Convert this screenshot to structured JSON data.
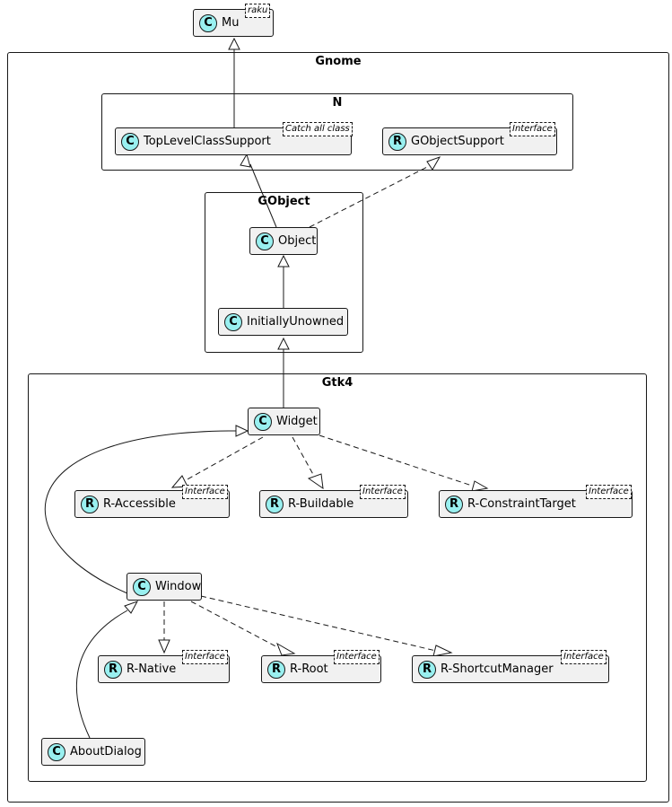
{
  "packages": {
    "gnome": "Gnome",
    "n": "N",
    "gobject": "GObject",
    "gtk4": "Gtk4"
  },
  "classes": {
    "mu": {
      "kind": "C",
      "name": "Mu",
      "stereotype": "raku"
    },
    "toplevel": {
      "kind": "C",
      "name": "TopLevelClassSupport",
      "stereotype": "Catch all class"
    },
    "gobjectsupport": {
      "kind": "R",
      "name": "GObjectSupport",
      "stereotype": "Interface"
    },
    "object": {
      "kind": "C",
      "name": "Object"
    },
    "initiallyunowned": {
      "kind": "C",
      "name": "InitiallyUnowned"
    },
    "widget": {
      "kind": "C",
      "name": "Widget"
    },
    "accessible": {
      "kind": "R",
      "name": "R-Accessible",
      "stereotype": "Interface"
    },
    "buildable": {
      "kind": "R",
      "name": "R-Buildable",
      "stereotype": "Interface"
    },
    "constrainttarget": {
      "kind": "R",
      "name": "R-ConstraintTarget",
      "stereotype": "Interface"
    },
    "window": {
      "kind": "C",
      "name": "Window"
    },
    "native": {
      "kind": "R",
      "name": "R-Native",
      "stereotype": "Interface"
    },
    "root": {
      "kind": "R",
      "name": "R-Root",
      "stereotype": "Interface"
    },
    "shortcutmanager": {
      "kind": "R",
      "name": "R-ShortcutManager",
      "stereotype": "Interface"
    },
    "aboutdialog": {
      "kind": "C",
      "name": "AboutDialog"
    }
  },
  "colors": {
    "line": "#181818",
    "class_fill": "#f1f1f1",
    "badge_fill": "#99f0f0"
  }
}
